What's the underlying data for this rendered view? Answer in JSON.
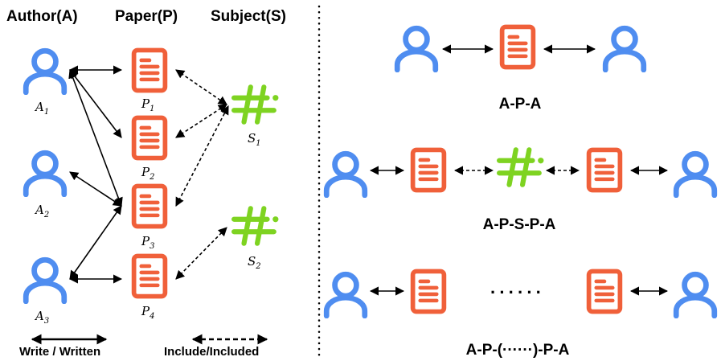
{
  "headers": {
    "author": "Author(A)",
    "paper": "Paper(P)",
    "subject": "Subject(S)"
  },
  "nodes": {
    "authors": [
      {
        "letter": "A",
        "sub": "1"
      },
      {
        "letter": "A",
        "sub": "2"
      },
      {
        "letter": "A",
        "sub": "3"
      }
    ],
    "papers": [
      {
        "letter": "P",
        "sub": "1"
      },
      {
        "letter": "P",
        "sub": "2"
      },
      {
        "letter": "P",
        "sub": "3"
      },
      {
        "letter": "P",
        "sub": "4"
      }
    ],
    "subjects": [
      {
        "letter": "S",
        "sub": "1"
      },
      {
        "letter": "S",
        "sub": "2"
      }
    ]
  },
  "edges": {
    "write": [
      [
        "A1",
        "P1"
      ],
      [
        "A1",
        "P2"
      ],
      [
        "A1",
        "P3"
      ],
      [
        "A2",
        "P3"
      ],
      [
        "A3",
        "P3"
      ],
      [
        "A3",
        "P4"
      ]
    ],
    "include": [
      [
        "P1",
        "S1"
      ],
      [
        "P2",
        "S1"
      ],
      [
        "P3",
        "S1"
      ],
      [
        "P4",
        "S2"
      ]
    ]
  },
  "legend": {
    "write": "Write / Written",
    "include": "Include/Included"
  },
  "metapaths": [
    {
      "label": "A-P-A"
    },
    {
      "label": "A-P-S-P-A"
    },
    {
      "label": "A-P-(······)-P-A",
      "dots": "······"
    }
  ],
  "colors": {
    "author": "#4f8df0",
    "paper": "#f0603a",
    "subject": "#7ed321"
  },
  "icons": {
    "author": "person-icon",
    "paper": "document-icon",
    "subject": "hashtag-icon"
  }
}
